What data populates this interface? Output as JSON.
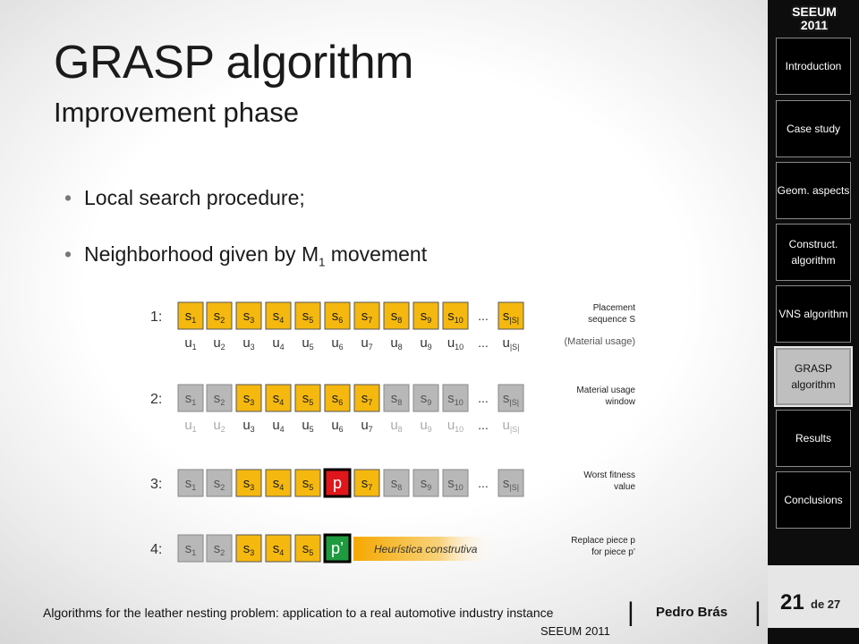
{
  "slide": {
    "title": "GRASP algorithm",
    "subtitle": "Improvement phase",
    "bullets": [
      {
        "text": "Local search procedure;"
      },
      {
        "text": "Neighborhood given by M",
        "sub": "1",
        "after": " movement"
      }
    ]
  },
  "sidebar": {
    "logo_line1": "SEEUM",
    "logo_line2": "2011",
    "items": [
      {
        "label": "Introduction"
      },
      {
        "label": "Case study"
      },
      {
        "label": "Geom. aspects"
      },
      {
        "label": "Construct. algorithm"
      },
      {
        "label": "VNS algorithm"
      },
      {
        "label": "GRASP algorithm",
        "active": true
      },
      {
        "label": "Results"
      },
      {
        "label": "Conclusions"
      }
    ]
  },
  "page": {
    "number": "21",
    "of": "de 27"
  },
  "footer": {
    "text": "Algorithms for the leather nesting problem: application to a real automotive industry instance",
    "separator": "|",
    "author": "Pedro Brás",
    "event": "SEEUM 2011"
  },
  "colors": {
    "yellow": "#f5b80f",
    "gray": "#b8b8b8",
    "red": "#e0161b",
    "green": "#1e9b3e",
    "sidebar": "#0d0d0d"
  },
  "diagram": {
    "ellipsis": "...",
    "cell_prefix": "s",
    "usage_prefix": "u",
    "indices": [
      "1",
      "2",
      "3",
      "4",
      "5",
      "6",
      "7",
      "8",
      "9",
      "10"
    ],
    "last_index": "|S|",
    "rows": [
      {
        "label": "1:",
        "cells": [
          "yellow",
          "yellow",
          "yellow",
          "yellow",
          "yellow",
          "yellow",
          "yellow",
          "yellow",
          "yellow",
          "yellow",
          "yellow"
        ],
        "usage": "normal",
        "desc": [
          "Placement",
          "sequence S"
        ],
        "desc_extra": "(Material usage)"
      },
      {
        "label": "2:",
        "cells": [
          "gray",
          "gray",
          "yellow",
          "yellow",
          "yellow",
          "yellow",
          "yellow",
          "gray",
          "gray",
          "gray",
          "gray"
        ],
        "usage": "window",
        "desc": [
          "Material usage",
          "window"
        ]
      },
      {
        "label": "3:",
        "cells": [
          "gray",
          "gray",
          "yellow",
          "yellow",
          "yellow",
          "red",
          "yellow",
          "gray",
          "gray",
          "gray",
          "gray"
        ],
        "special_label": "p",
        "desc": [
          "Worst fitness",
          "value"
        ]
      },
      {
        "label": "4:",
        "cells": [
          "gray",
          "gray",
          "yellow",
          "yellow",
          "yellow",
          "green"
        ],
        "special_label": "p’",
        "heuristic": "Heurística construtiva",
        "desc": [
          "Replace piece p",
          "for piece p’"
        ]
      }
    ]
  }
}
